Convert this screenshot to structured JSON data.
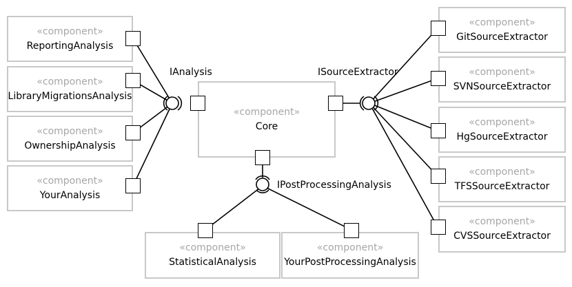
{
  "stereotype": "«component»",
  "components": {
    "reporting": "ReportingAnalysis",
    "library_migrations": "LibraryMigrationsAnalysis",
    "ownership": "OwnershipAnalysis",
    "your_analysis": "YourAnalysis",
    "core": "Core",
    "statistical": "StatisticalAnalysis",
    "your_post_processing": "YourPostProcessingAnalysis",
    "git": "GitSourceExtractor",
    "svn": "SVNSourceExtractor",
    "hg": "HgSourceExtractor",
    "tfs": "TFSSourceExtractor",
    "cvs": "CVSSourceExtractor"
  },
  "interfaces": {
    "analysis": "IAnalysis",
    "source_extractor": "ISourceExtractor",
    "post_processing": "IPostProcessingAnalysis"
  }
}
